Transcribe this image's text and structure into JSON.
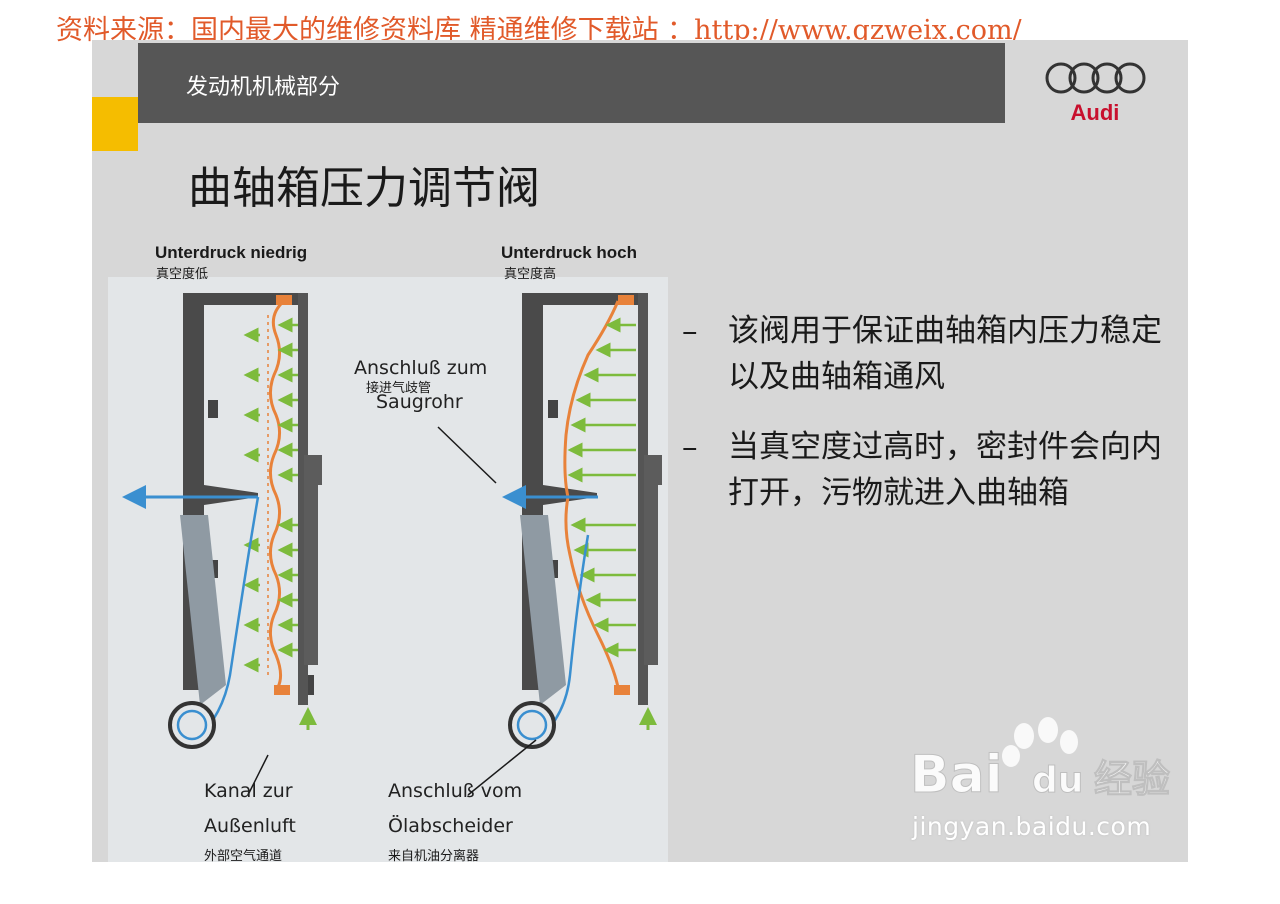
{
  "source_banner": "资料来源：国内最大的维修资料库 精通维修下载站 ：http://www.gzweix.com/",
  "header": {
    "title": "发动机机械部分",
    "logo": "Audi",
    "accent_color": "#f5bd00",
    "bar_color": "#565656"
  },
  "slide_title": "曲轴箱压力调节阀",
  "diagrams": {
    "left": {
      "heading_de": "Unterdruck niedrig",
      "heading_zh": "真空度低",
      "callout_de_line1": "Kanal zur",
      "callout_de_line2": "Außenluft",
      "callout_zh": "外部空气通道"
    },
    "right": {
      "heading_de": "Unterdruck hoch",
      "heading_zh": "真空度高",
      "callout_de_line1": "Anschluß vom",
      "callout_de_line2": "Ölabscheider",
      "callout_zh": "来自机油分离器"
    },
    "center": {
      "callout_de_line1": "Anschluß zum",
      "callout_de_line2": "Saugrohr",
      "callout_zh": "接进气歧管"
    },
    "colors": {
      "housing": "#4a4a4a",
      "diaphragm": "#e8823a",
      "arrows": "#7dbb3c",
      "flow": "#3a8fd0"
    }
  },
  "bullets": [
    {
      "dash": "–",
      "text": "该阀用于保证曲轴箱内压力稳定以及曲轴箱通风"
    },
    {
      "dash": "–",
      "text": "当真空度过高时，密封件会向内打开，污物就进入曲轴箱"
    }
  ],
  "watermark": {
    "brand": "Bai",
    "brand_mark": "du",
    "brand_zh": "经验",
    "url": "jingyan.baidu.com"
  }
}
